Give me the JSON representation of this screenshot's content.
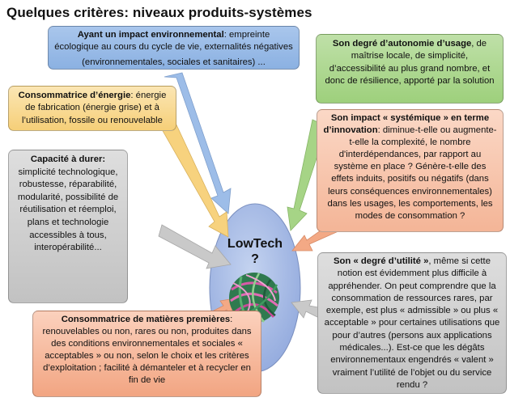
{
  "title": "Quelques critères: niveaux produits-systèmes",
  "center": {
    "line1": "LowTech",
    "line2": "?"
  },
  "boxes": {
    "impact": {
      "bold": "Ayant un impact environnemental",
      "text": ": empreinte écologique au cours du cycle de vie, externalités négatives",
      "line2": "(environnementales, sociales et sanitaires) ..."
    },
    "energie": {
      "bold": "Consommatrice d’énergie",
      "text": ": énergie de fabrication (énergie grise) et à l’utilisation, fossile ou renouvelable"
    },
    "durer": {
      "bold": "Capacité à durer:",
      "text": "simplicité technologique, robustesse, réparabilité, modularité, possibilité de réutilisation et réemploi, plans et technologie accessibles à tous, interopérabilité..."
    },
    "matieres": {
      "bold": "Consommatrice de matières premières",
      "text": ": renouvelables ou non, rares ou non, produites dans des conditions environnementales et sociales « acceptables » ou non, selon le choix et les critères d’exploitation ; facilité à démanteler et à recycler en fin de vie"
    },
    "autonomie": {
      "bold": "Son degré d’autonomie d’usage",
      "text": ", de maîtrise locale, de simplicité, d’accessibilité au plus grand nombre, et donc de résilience, apporté par la solution"
    },
    "systemique": {
      "bold": "Son impact « systémique » en terme d’innovation",
      "text": ": diminue-t-elle ou augmente-t-elle la complexité, le nombre d'interdépendances, par rapport au système en place ? Génère-t-elle des effets induits, positifs ou négatifs (dans leurs conséquences environnementales) dans les usages, les comportements, les modes de consommation ?"
    },
    "utilite": {
      "bold": "Son « degré d’utilité »",
      "text": ", même si cette notion est évidemment plus difficile à appréhender. On peut comprendre que la consommation de ressources rares, par exemple, est plus « admissible » ou plus « acceptable » pour certaines utilisations que pour d’autres (persons aux applications médicales...). Est-ce que les dégâts environnementaux engendrés « valent » vraiment l’utilité de l’objet ou du service rendu ?"
    }
  },
  "colors": {
    "blue": "#9dbde8",
    "yellow": "#f7d27e",
    "grey": "#c9c9c9",
    "green": "#a6d486",
    "salmon": "#f3a985",
    "ellipse": "#a9bde6"
  }
}
